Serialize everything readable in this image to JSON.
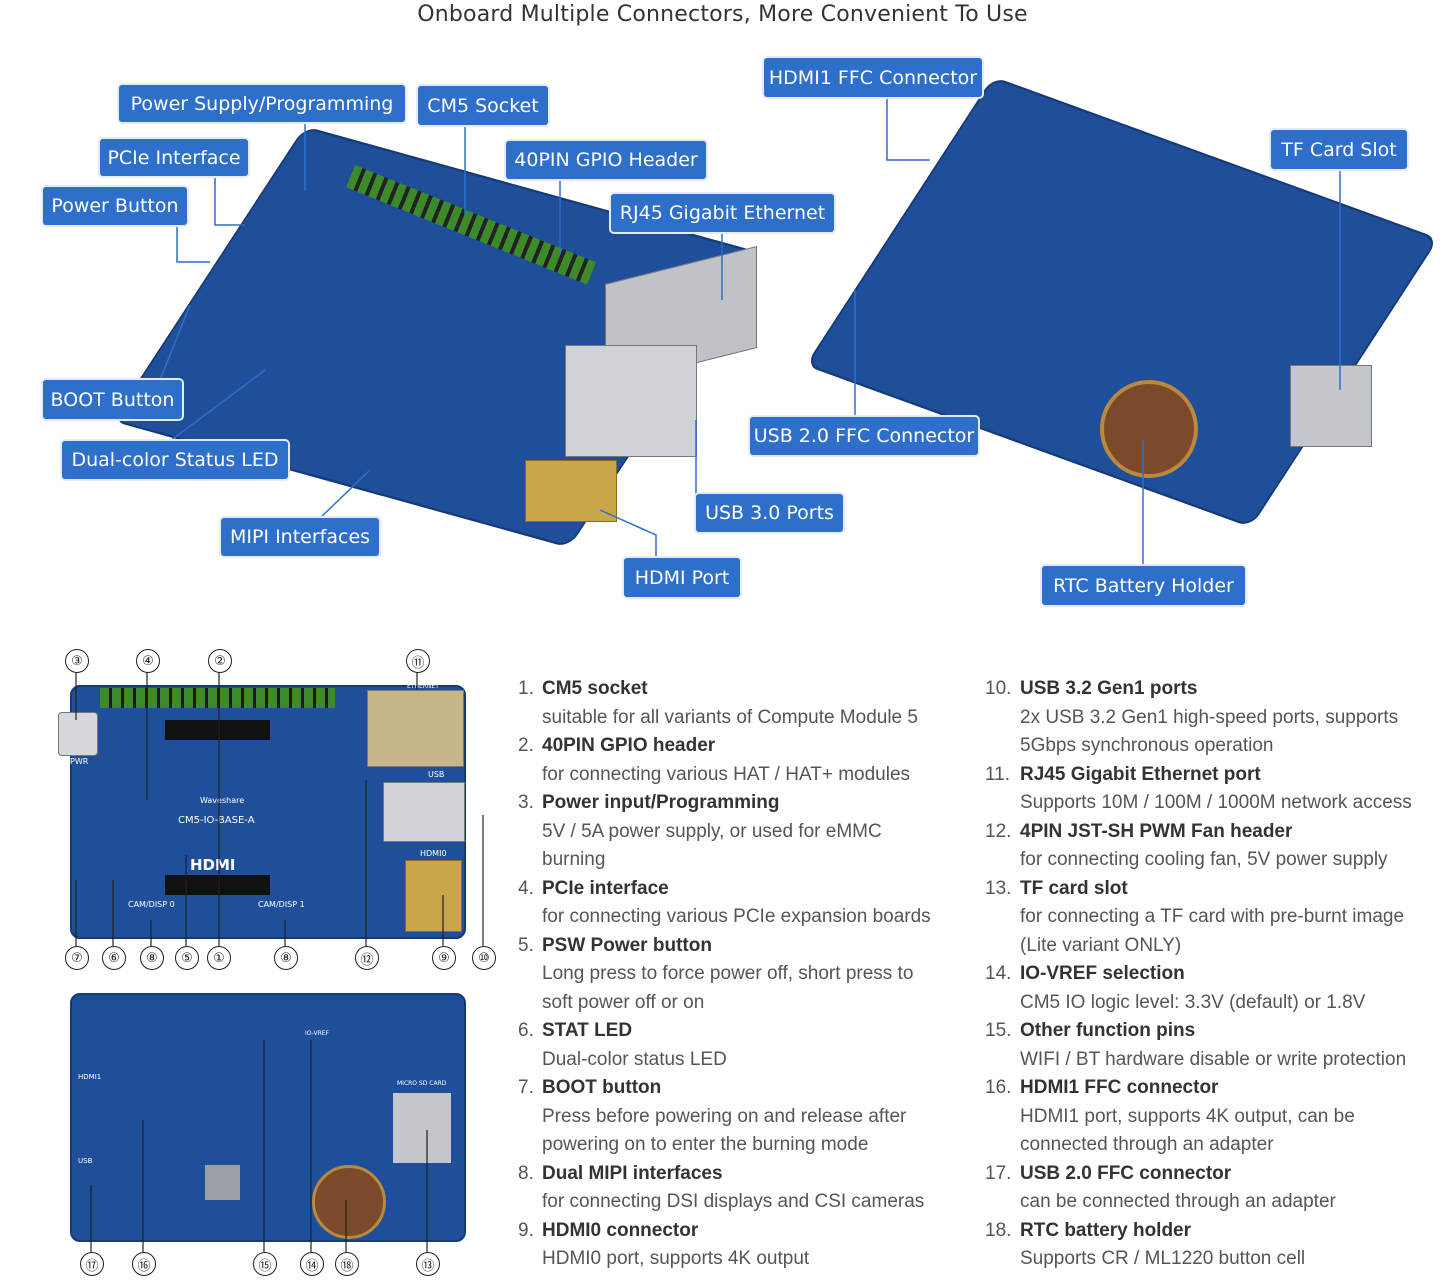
{
  "heading": "Onboard Multiple Connectors, More Convenient To Use",
  "callouts": {
    "power_supply": "Power Supply/Programming",
    "cm5_socket": "CM5 Socket",
    "pcie": "PCIe Interface",
    "gpio": "40PIN GPIO Header",
    "power_button": "Power Button",
    "rj45": "RJ45 Gigabit Ethernet",
    "hdmi1_ffc": "HDMI1 FFC Connector",
    "tf_slot": "TF Card Slot",
    "boot": "BOOT Button",
    "status_led": "Dual-color Status LED",
    "usb2_ffc": "USB 2.0 FFC Connector",
    "usb3": "USB 3.0 Ports",
    "mipi": "MIPI Interfaces",
    "hdmi_port": "HDMI Port",
    "rtc": "RTC Battery Holder"
  },
  "board_text": {
    "model": "CM5-IO-BASE-A",
    "brand": "Waveshare",
    "hdmi": "HDMI",
    "cam0": "CAM/DISP 0",
    "cam1": "CAM/DISP 1",
    "micro_sd": "MICRO SD CARD",
    "usb": "USB",
    "hdmi0": "HDMI0",
    "hdmi1": "HDMI1",
    "ethernet": "ETHERNET",
    "pwr": "PWR",
    "io_vref": "IO-VREF"
  },
  "markers": {
    "top": [
      "③",
      "④",
      "②",
      "⑪"
    ],
    "middle": [
      "⑦",
      "⑥",
      "⑧",
      "⑤",
      "①",
      "⑧",
      "⑫",
      "⑨",
      "⑩"
    ],
    "bottom": [
      "⑰",
      "⑯",
      "⑮",
      "⑭",
      "⑱",
      "⑬"
    ]
  },
  "features_left": [
    {
      "n": "1.",
      "title": "CM5 socket",
      "desc": [
        "suitable for all variants of Compute Module 5"
      ]
    },
    {
      "n": "2.",
      "title": "40PIN GPIO header",
      "desc": [
        "for connecting various HAT / HAT+ modules"
      ]
    },
    {
      "n": "3.",
      "title": "Power input/Programming",
      "desc": [
        "5V / 5A power supply, or used for eMMC",
        "burning"
      ]
    },
    {
      "n": "4.",
      "title": "PCIe interface",
      "desc": [
        "for connecting various PCIe expansion boards"
      ]
    },
    {
      "n": "5.",
      "title": "PSW Power button",
      "desc": [
        "Long press to force power off, short press to",
        "soft power off or on"
      ]
    },
    {
      "n": "6.",
      "title": "STAT LED",
      "desc": [
        "Dual-color status LED"
      ]
    },
    {
      "n": "7.",
      "title": "BOOT button",
      "desc": [
        "Press before powering on and release after",
        "powering on to enter the burning mode"
      ]
    },
    {
      "n": "8.",
      "title": "Dual MIPI interfaces",
      "desc": [
        "for connecting DSI displays and CSI cameras"
      ]
    },
    {
      "n": "9.",
      "title": "HDMI0 connector",
      "desc": [
        "HDMI0 port, supports 4K output"
      ]
    }
  ],
  "features_right": [
    {
      "n": "10.",
      "title": "USB 3.2 Gen1 ports",
      "desc": [
        "2x USB 3.2 Gen1 high-speed ports, supports",
        "5Gbps synchronous operation"
      ]
    },
    {
      "n": "11.",
      "title": "RJ45 Gigabit Ethernet port",
      "desc": [
        "Supports 10M / 100M / 1000M network access"
      ]
    },
    {
      "n": "12.",
      "title": "4PIN JST-SH PWM Fan header",
      "desc": [
        "for connecting cooling fan, 5V power supply"
      ]
    },
    {
      "n": "13.",
      "title": "TF card slot",
      "desc": [
        "for connecting a TF card with pre-burnt image",
        "(Lite variant ONLY)"
      ]
    },
    {
      "n": "14.",
      "title": "IO-VREF selection",
      "desc": [
        "CM5 IO logic level: 3.3V (default) or 1.8V"
      ]
    },
    {
      "n": "15.",
      "title": "Other function pins",
      "desc": [
        "WIFI / BT hardware disable or write protection"
      ]
    },
    {
      "n": "16.",
      "title": "HDMI1 FFC connector",
      "desc": [
        "HDMI1 port, supports 4K output, can be",
        "connected through an adapter"
      ]
    },
    {
      "n": "17.",
      "title": "USB 2.0 FFC connector",
      "desc": [
        "can be connected through an adapter"
      ]
    },
    {
      "n": "18.",
      "title": "RTC battery holder",
      "desc": [
        "Supports CR / ML1220 button cell"
      ]
    }
  ]
}
